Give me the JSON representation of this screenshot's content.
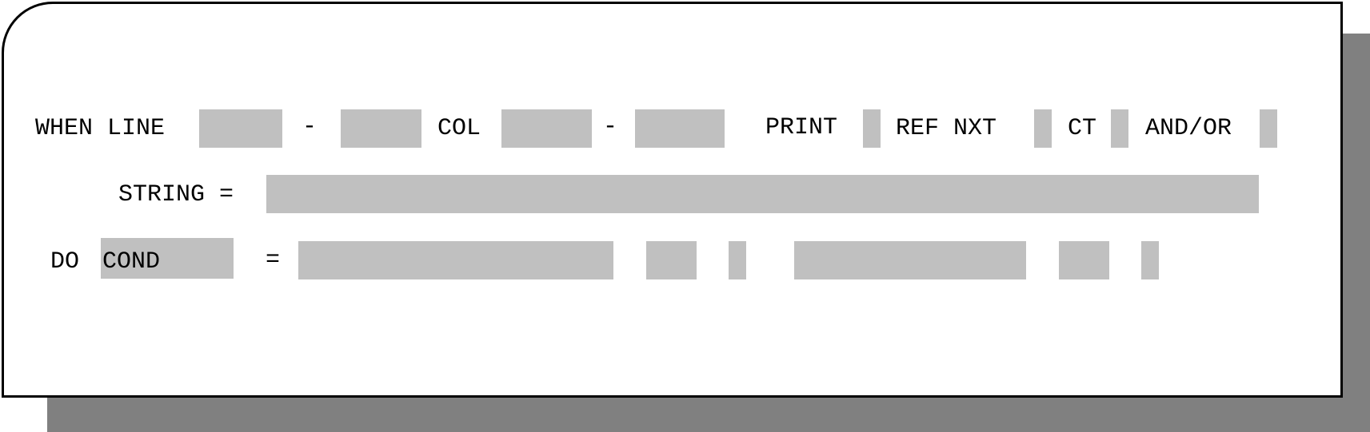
{
  "colors": {
    "panel_bg": "#ffffff",
    "field_bg": "#c0c0c0",
    "shadow": "#808080",
    "border": "#000000"
  },
  "row1": {
    "when_line_label": "WHEN LINE",
    "line_range_dash": "-",
    "col_label": "COL",
    "col_range_dash": "-",
    "print_label": "PRINT",
    "ref_nxt_label": "REF NXT",
    "ct_label": "CT",
    "and_or_label": "AND/OR",
    "line_from": "",
    "line_to": "",
    "col_from": "",
    "col_to": "",
    "print_flag": "",
    "ref_nxt_flag": "",
    "ct_flag": "",
    "and_or_flag": ""
  },
  "row2": {
    "string_label": "STRING =",
    "string_value": ""
  },
  "row3": {
    "do_label": "DO",
    "do_value": "COND",
    "equals_label": "=",
    "action1_value": "",
    "action1_small": "",
    "action1_flag": "",
    "action2_value": "",
    "action2_small": "",
    "action2_flag": ""
  }
}
